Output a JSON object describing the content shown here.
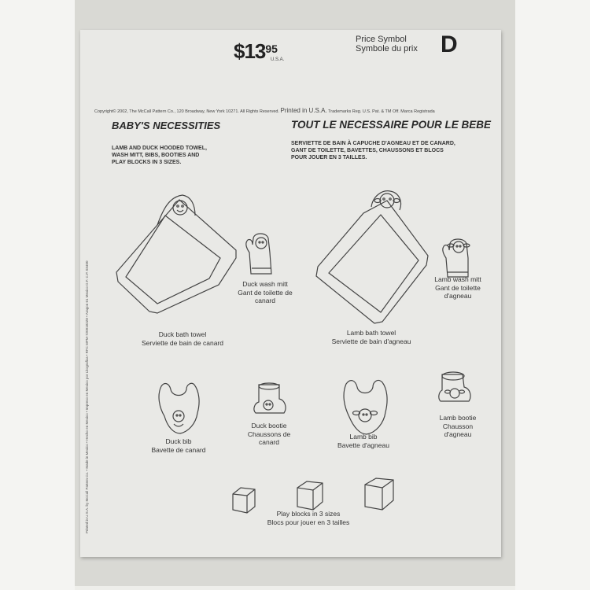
{
  "price": {
    "dollars": "$13",
    "cents": "95",
    "country": "U.S.A."
  },
  "price_symbol": {
    "label_en": "Price Symbol",
    "label_fr": "Symbole du prix",
    "letter": "D"
  },
  "copyright": {
    "small": "Copyright© 2002, The McCall Pattern Co., 120 Broadway, New York 10271. All Rights Reserved.",
    "printed": "Printed in U.S.A.",
    "trademarks": "Trademarks Reg. U.S. Pat. & TM Off. Marca Registrada"
  },
  "side_text": "Printed in U.S.A. by McCall Pattern Co. • Made in Mexico • Hecho en Mexico • Impreso en Mexico por Litografica • RFC MPM-7209182Z8 • Aragon 61 Mexico D.F. C.P. 03400",
  "heading": {
    "en": "BABY'S NECESSITIES",
    "fr": "TOUT LE NECESSAIRE POUR LE BEBE"
  },
  "description": {
    "en": [
      "LAMB AND DUCK HOODED TOWEL,",
      "WASH MITT, BIBS, BOOTIES AND",
      "PLAY BLOCKS IN 3 SIZES."
    ],
    "fr": [
      "SERVIETTE DE BAIN À CAPUCHE D'AGNEAU ET DE CANARD,",
      "GANT DE TOILETTE, BAVETTES, CHAUSSONS ET BLOCS",
      "POUR JOUER EN 3 TAILLES."
    ]
  },
  "items": {
    "duck_towel": [
      "Duck bath towel",
      "Serviette de bain de canard"
    ],
    "duck_mitt": [
      "Duck wash mitt",
      "Gant de toilette de",
      "canard"
    ],
    "lamb_towel": [
      "Lamb bath towel",
      "Serviette de bain d'agneau"
    ],
    "lamb_mitt": [
      "Lamb wash mitt",
      "Gant de toilette",
      "d'agneau"
    ],
    "duck_bib": [
      "Duck bib",
      "Bavette de canard"
    ],
    "duck_bootie": [
      "Duck bootie",
      "Chaussons de",
      "canard"
    ],
    "lamb_bib": [
      "Lamb bib",
      "Bavette d'agneau"
    ],
    "lamb_bootie": [
      "Lamb bootie",
      "Chausson",
      "d'agneau"
    ],
    "blocks": [
      "Play blocks in 3 sizes",
      "Blocs pour jouer en 3 tailles"
    ]
  }
}
